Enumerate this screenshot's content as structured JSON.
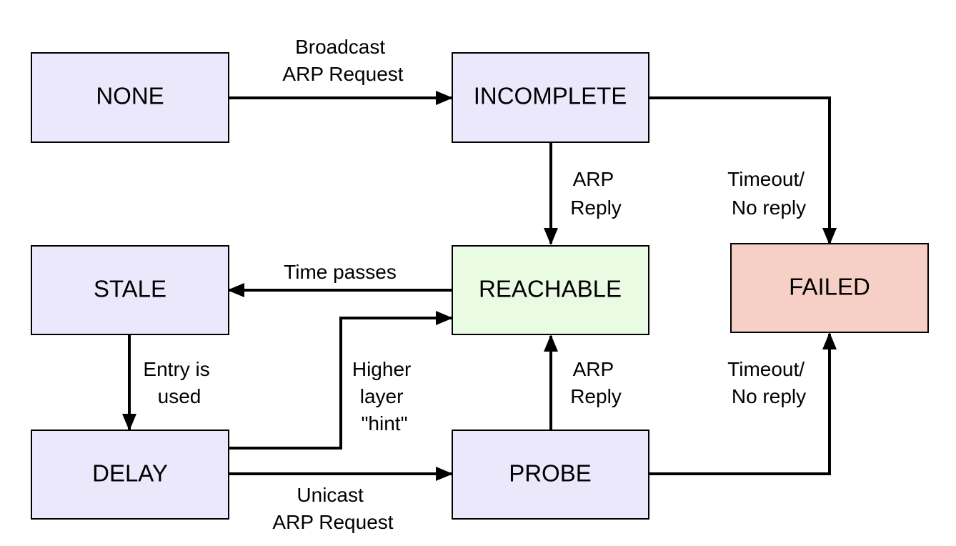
{
  "colors": {
    "default_state": "#ebe8fb",
    "reachable_state": "#eafbe3",
    "failed_state": "#f6d0c7",
    "stroke": "#000000"
  },
  "states": {
    "none": "NONE",
    "incomplete": "INCOMPLETE",
    "stale": "STALE",
    "reachable": "REACHABLE",
    "failed": "FAILED",
    "delay": "DELAY",
    "probe": "PROBE"
  },
  "transitions": {
    "none_incomplete": [
      "Broadcast",
      "ARP Request"
    ],
    "incomplete_reachable": [
      "ARP",
      "Reply"
    ],
    "incomplete_failed": [
      "Timeout/",
      "No reply"
    ],
    "reachable_stale": [
      "Time passes"
    ],
    "stale_delay": [
      "Entry is",
      "used"
    ],
    "delay_reachable": [
      "Higher",
      "layer",
      "\"hint\""
    ],
    "probe_reachable": [
      "ARP",
      "Reply"
    ],
    "probe_failed": [
      "Timeout/",
      "No reply"
    ],
    "delay_probe": [
      "Unicast",
      "ARP Request"
    ]
  }
}
